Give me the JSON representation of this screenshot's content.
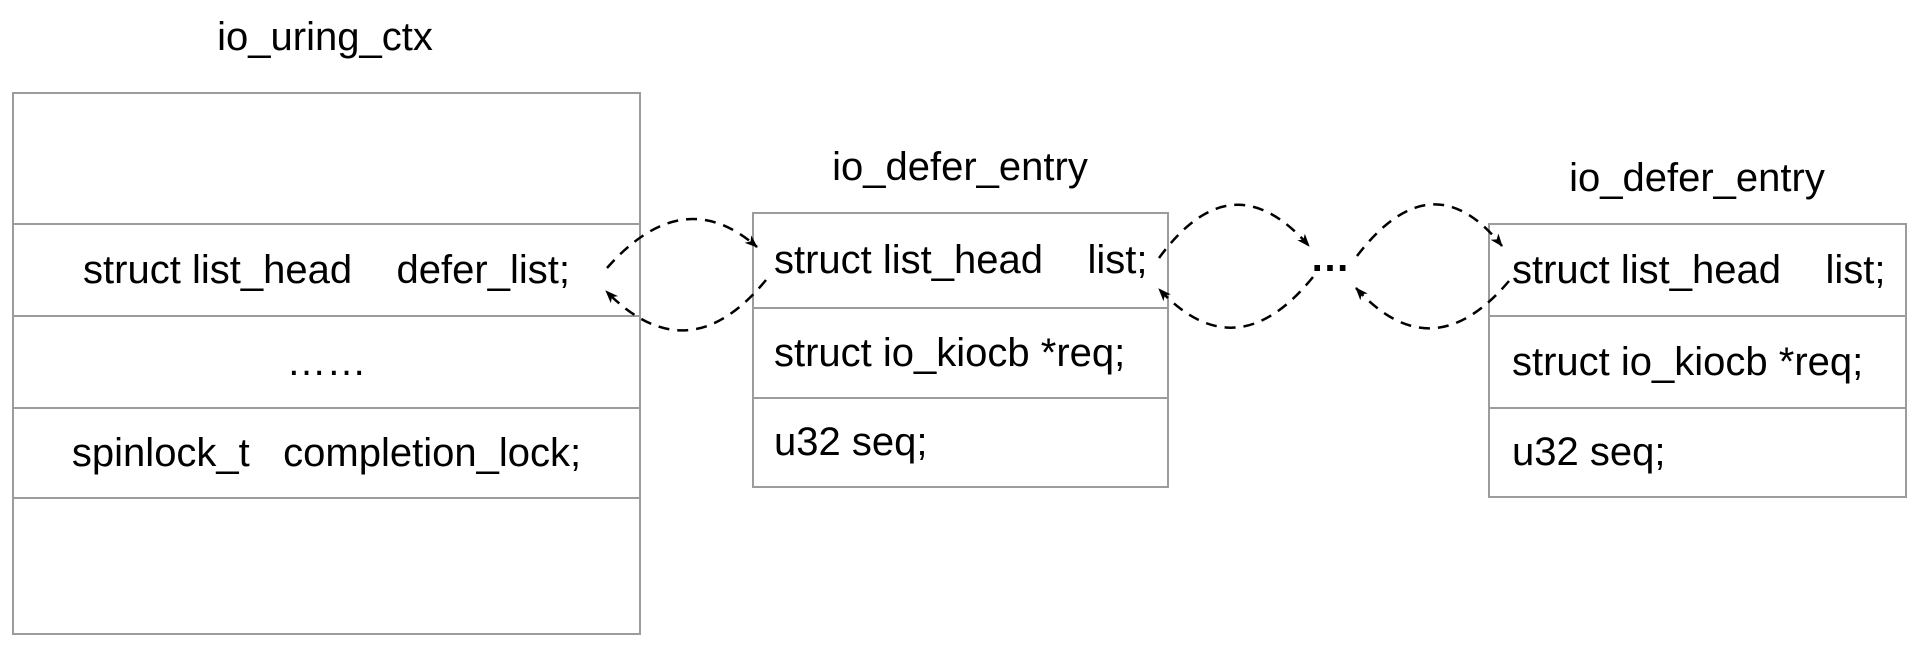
{
  "diagram": {
    "structs": {
      "ctx": {
        "title": "io_uring_ctx",
        "rows": [
          "",
          "struct list_head    defer_list;",
          "……",
          "spinlock_t   completion_lock;",
          ""
        ]
      },
      "entry1": {
        "title": "io_defer_entry",
        "rows": [
          "struct list_head    list;",
          "struct io_kiocb *req;",
          "u32 seq;"
        ]
      },
      "entry2": {
        "title": "io_defer_entry",
        "rows": [
          "struct list_head    list;",
          "struct io_kiocb *req;",
          "u32 seq;"
        ]
      }
    },
    "links": {
      "ellipsis": "…"
    },
    "colors": {
      "border": "#9c9c9c",
      "text": "#000000",
      "arrow": "#000000",
      "background": "#ffffff"
    }
  }
}
